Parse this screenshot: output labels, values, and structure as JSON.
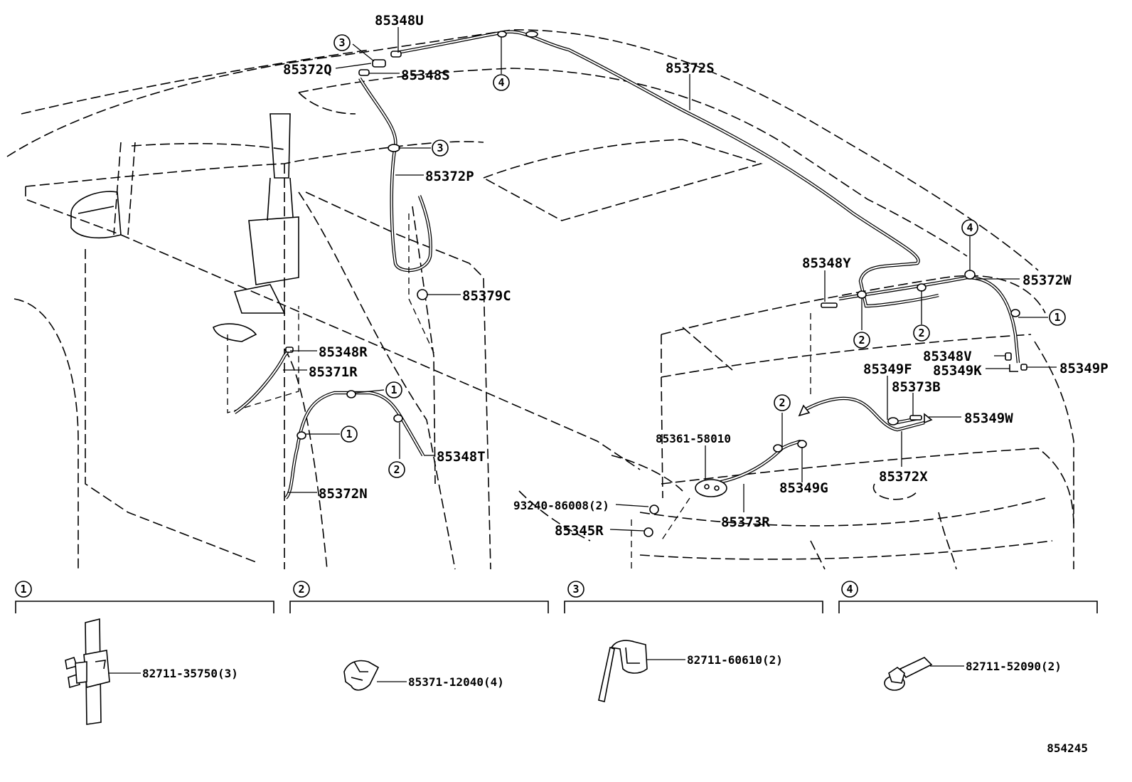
{
  "labels": {
    "p85348U": "85348U",
    "p85372Q": "85372Q",
    "p85348S": "85348S",
    "p85372S": "85372S",
    "p85372P": "85372P",
    "p85379C": "85379C",
    "p85348R": "85348R",
    "p85371R": "85371R",
    "p85348T": "85348T",
    "p85372N": "85372N",
    "p85348Y": "85348Y",
    "p85372W": "85372W",
    "p85348V": "85348V",
    "p85349K": "85349K",
    "p85349P": "85349P",
    "p85349F": "85349F",
    "p85373B": "85373B",
    "p85349W": "85349W",
    "p85361": "85361-58010",
    "p85349G": "85349G",
    "p85372X": "85372X",
    "p93240": "93240-86008(2)",
    "p85345R": "85345R",
    "p85373R": "85373R"
  },
  "callouts": {
    "c1": "1",
    "c2": "2",
    "c3": "3",
    "c4": "4"
  },
  "legend": [
    {
      "num": "1",
      "part": "82711-35750(3)"
    },
    {
      "num": "2",
      "part": "85371-12040(4)"
    },
    {
      "num": "3",
      "part": "82711-60610(2)"
    },
    {
      "num": "4",
      "part": "82711-52090(2)"
    }
  ],
  "reference": "854245"
}
